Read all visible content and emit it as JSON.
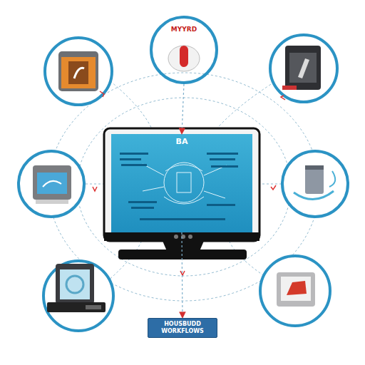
{
  "diagram": {
    "nodes": [
      {
        "text": [
          "BA"
        ]
      },
      {
        "text": [
          "MYYRD"
        ]
      },
      {
        "text": [
          "HOUSBUDD WORKFLOWS"
        ]
      }
    ],
    "edges": [
      {
        "from": 1,
        "to": 0,
        "arrow": "to"
      },
      {
        "from": 0,
        "to": 2,
        "arrow": "to"
      }
    ]
  }
}
